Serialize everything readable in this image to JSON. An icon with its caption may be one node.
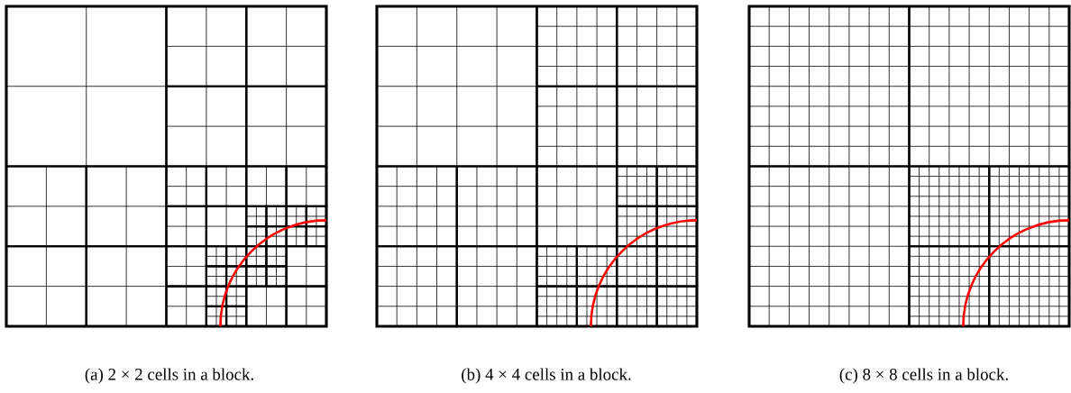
{
  "diagram": {
    "labels": [
      "(a) 2 × 2 cells in a block.",
      "(b) 4 × 4 cells in a block.",
      "(c) 8 × 8 cells in a block."
    ]
  }
}
